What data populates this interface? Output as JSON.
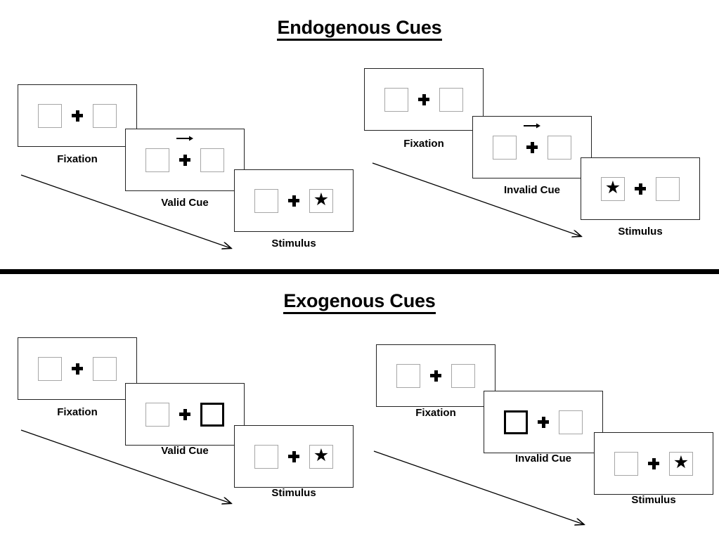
{
  "figure": {
    "type": "diagram",
    "description": "Posner spatial cueing paradigm: endogenous vs exogenous cue trial sequences"
  },
  "sections": [
    {
      "id": "endogenous",
      "title": "Endogenous Cues",
      "columns": [
        {
          "id": "endogenous-valid",
          "cue_type": "valid",
          "timeline_arrow": "diagonal-down-right-arrow",
          "panels": [
            {
              "caption": "Fixation",
              "left_box": {
                "highlight": false,
                "content": ""
              },
              "right_box": {
                "highlight": false,
                "content": ""
              },
              "cue_arrow": "",
              "plus": "fixation-cross"
            },
            {
              "caption": "Valid Cue",
              "left_box": {
                "highlight": false,
                "content": ""
              },
              "right_box": {
                "highlight": false,
                "content": ""
              },
              "cue_arrow": "right",
              "plus": "fixation-cross"
            },
            {
              "caption": "Stimulus",
              "left_box": {
                "highlight": false,
                "content": ""
              },
              "right_box": {
                "highlight": false,
                "content": "★"
              },
              "cue_arrow": "",
              "plus": "fixation-cross"
            }
          ]
        },
        {
          "id": "endogenous-invalid",
          "cue_type": "invalid",
          "timeline_arrow": "diagonal-down-right-arrow",
          "panels": [
            {
              "caption": "Fixation",
              "left_box": {
                "highlight": false,
                "content": ""
              },
              "right_box": {
                "highlight": false,
                "content": ""
              },
              "cue_arrow": "",
              "plus": "fixation-cross"
            },
            {
              "caption": "Invalid Cue",
              "left_box": {
                "highlight": false,
                "content": ""
              },
              "right_box": {
                "highlight": false,
                "content": ""
              },
              "cue_arrow": "right",
              "plus": "fixation-cross"
            },
            {
              "caption": "Stimulus",
              "left_box": {
                "highlight": false,
                "content": "★"
              },
              "right_box": {
                "highlight": false,
                "content": ""
              },
              "cue_arrow": "",
              "plus": "fixation-cross"
            }
          ]
        }
      ]
    },
    {
      "id": "exogenous",
      "title": "Exogenous Cues",
      "columns": [
        {
          "id": "exogenous-valid",
          "cue_type": "valid",
          "timeline_arrow": "diagonal-down-right-arrow",
          "panels": [
            {
              "caption": "Fixation",
              "left_box": {
                "highlight": false,
                "content": ""
              },
              "right_box": {
                "highlight": false,
                "content": ""
              },
              "cue_arrow": "",
              "plus": "fixation-cross"
            },
            {
              "caption": "Valid Cue",
              "left_box": {
                "highlight": false,
                "content": ""
              },
              "right_box": {
                "highlight": true,
                "content": ""
              },
              "cue_arrow": "",
              "plus": "fixation-cross"
            },
            {
              "caption": "Stimulus",
              "left_box": {
                "highlight": false,
                "content": ""
              },
              "right_box": {
                "highlight": false,
                "content": "★"
              },
              "cue_arrow": "",
              "plus": "fixation-cross"
            }
          ]
        },
        {
          "id": "exogenous-invalid",
          "cue_type": "invalid",
          "timeline_arrow": "diagonal-down-right-arrow",
          "panels": [
            {
              "caption": "Fixation",
              "left_box": {
                "highlight": false,
                "content": ""
              },
              "right_box": {
                "highlight": false,
                "content": ""
              },
              "cue_arrow": "",
              "plus": "fixation-cross"
            },
            {
              "caption": "Invalid Cue",
              "left_box": {
                "highlight": true,
                "content": ""
              },
              "right_box": {
                "highlight": false,
                "content": ""
              },
              "cue_arrow": "",
              "plus": "fixation-cross"
            },
            {
              "caption": "Stimulus",
              "left_box": {
                "highlight": false,
                "content": ""
              },
              "right_box": {
                "highlight": false,
                "content": "★"
              },
              "cue_arrow": "",
              "plus": "fixation-cross"
            }
          ]
        }
      ]
    }
  ],
  "colors": {
    "frame_border": "#222222",
    "box_border": "#a6a6a6",
    "highlight_border": "#000000",
    "ink": "#000000",
    "background": "#ffffff"
  }
}
